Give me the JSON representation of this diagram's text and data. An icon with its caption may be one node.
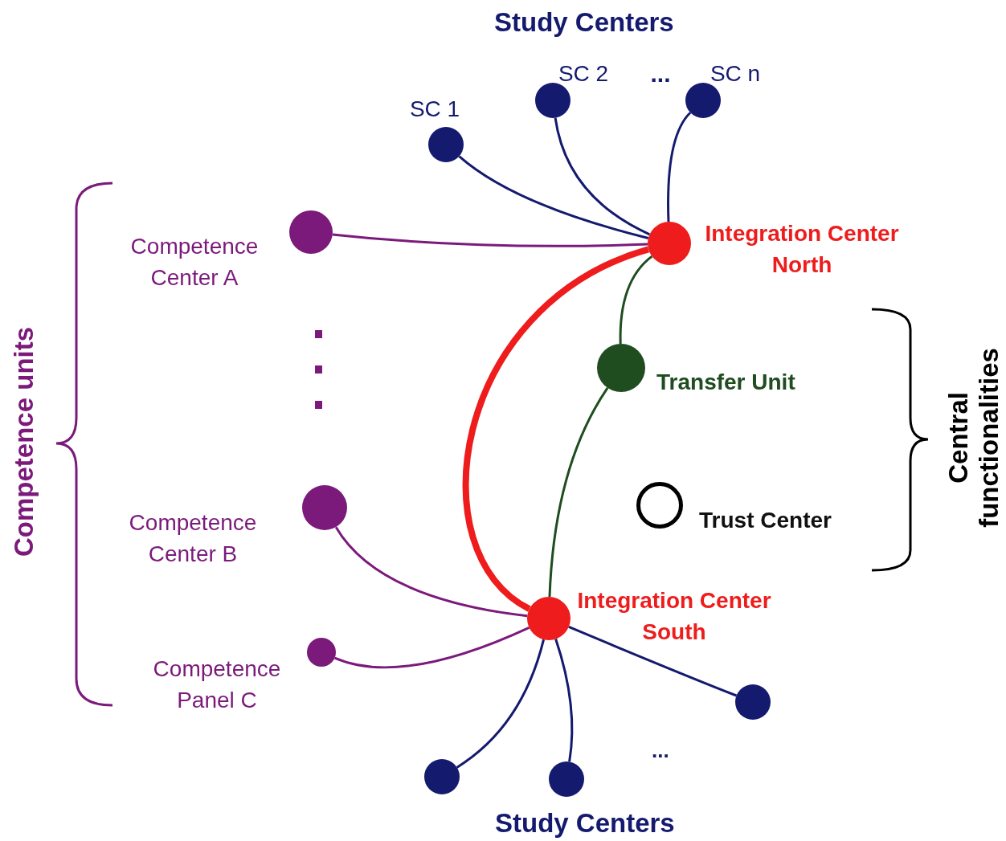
{
  "diagram": {
    "nodes": [
      {
        "text": [
          "SC 1"
        ]
      },
      {
        "text": [
          "SC 2"
        ]
      },
      {
        "text": [
          "SC n"
        ]
      },
      {
        "text": [
          "Integration Center North"
        ]
      },
      {
        "text": [
          "Competence Center A"
        ]
      },
      {
        "text": [
          "Transfer Unit"
        ]
      },
      {
        "text": [
          "Trust Center"
        ]
      },
      {
        "text": [
          "Competence Center B"
        ]
      },
      {
        "text": [
          "Integration Center South"
        ]
      },
      {
        "text": [
          "Competence Panel C"
        ]
      },
      {
        "text": [],
        "shape": "circle"
      },
      {
        "text": [],
        "shape": "circle"
      },
      {
        "text": [],
        "shape": "circle"
      }
    ],
    "edges": [
      {
        "from": 0,
        "to": 3,
        "arrow": "none"
      },
      {
        "from": 1,
        "to": 3,
        "arrow": "none"
      },
      {
        "from": 2,
        "to": 3,
        "arrow": "none"
      },
      {
        "from": 4,
        "to": 3,
        "arrow": "none",
        "color": "#7b1a7b"
      },
      {
        "from": 3,
        "to": 5,
        "arrow": "none",
        "color": "#1f4d1f"
      },
      {
        "from": 5,
        "to": 8,
        "arrow": "none",
        "color": "#1f4d1f"
      },
      {
        "from": 3,
        "to": 8,
        "arrow": "none",
        "style": "thick",
        "color": "#ee1c1c"
      },
      {
        "from": 7,
        "to": 8,
        "arrow": "none",
        "color": "#7b1a7b"
      },
      {
        "from": 9,
        "to": 8,
        "arrow": "none",
        "color": "#7b1a7b"
      },
      {
        "from": 8,
        "to": 10,
        "arrow": "none"
      },
      {
        "from": 8,
        "to": 11,
        "arrow": "none"
      },
      {
        "from": 8,
        "to": 12,
        "arrow": "none"
      }
    ],
    "labels": [
      "Study Centers",
      "...",
      "Competence units",
      "Central functionalities",
      "...",
      "Study Centers"
    ]
  }
}
